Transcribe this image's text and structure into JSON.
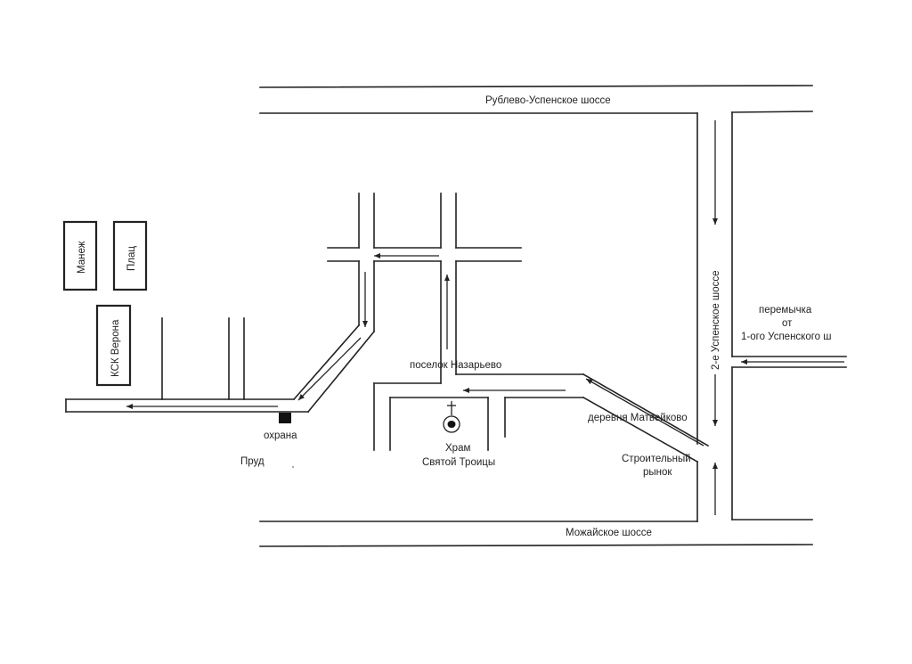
{
  "roads": {
    "rublevo": "Рублево-Успенское шоссе",
    "mozhaisk": "Можайское шоссе",
    "uspensk2": "2-е Успенское шоссе"
  },
  "buildings": {
    "manezh": "Манеж",
    "plats": "Плац",
    "ksk": "КСК Верона"
  },
  "places": {
    "okhrana": "охрана",
    "prud": "Пруд",
    "nazarevo": "поселок Назарьево",
    "matveykovo": "деревня Матвейково",
    "khram_1": "Храм",
    "khram_2": "Святой Троицы",
    "rynok_1": "Строительный",
    "rynok_2": "рынок",
    "peremychka_1": "перемычка",
    "peremychka_2": "от",
    "peremychka_3": "1-ого Успенского ш"
  }
}
